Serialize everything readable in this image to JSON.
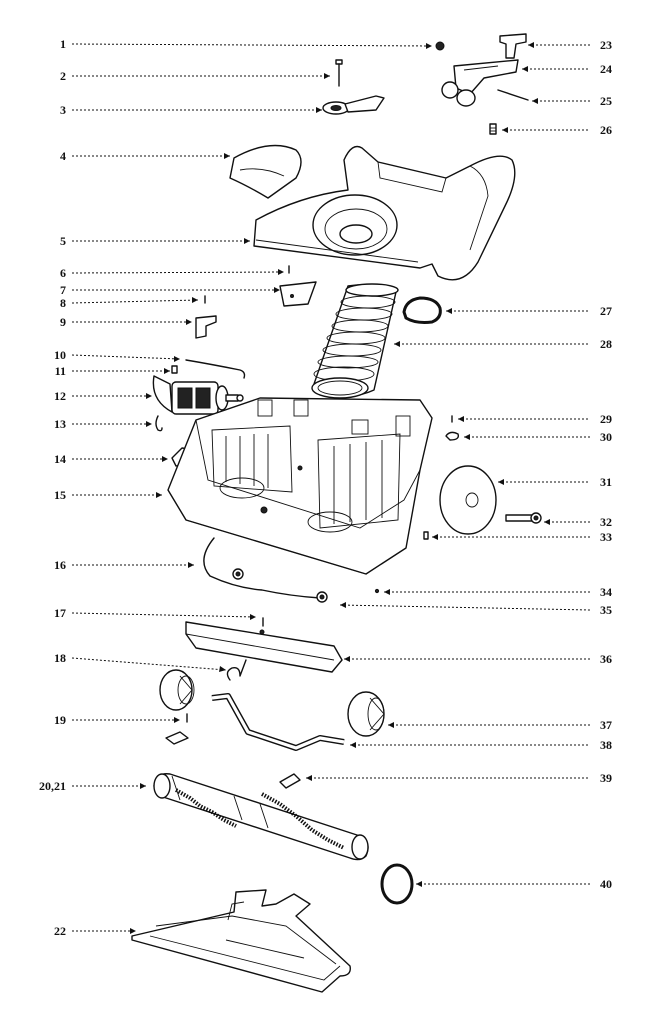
{
  "diagram": {
    "labels": [
      "1",
      "2",
      "3",
      "4",
      "5",
      "6",
      "7",
      "8",
      "9",
      "10",
      "11",
      "12",
      "13",
      "14",
      "15",
      "16",
      "17",
      "18",
      "19",
      "20,21",
      "22",
      "23",
      "24",
      "25",
      "26",
      "27",
      "28",
      "29",
      "30",
      "31",
      "32",
      "33",
      "34",
      "35",
      "36",
      "37",
      "38",
      "39",
      "40"
    ]
  }
}
